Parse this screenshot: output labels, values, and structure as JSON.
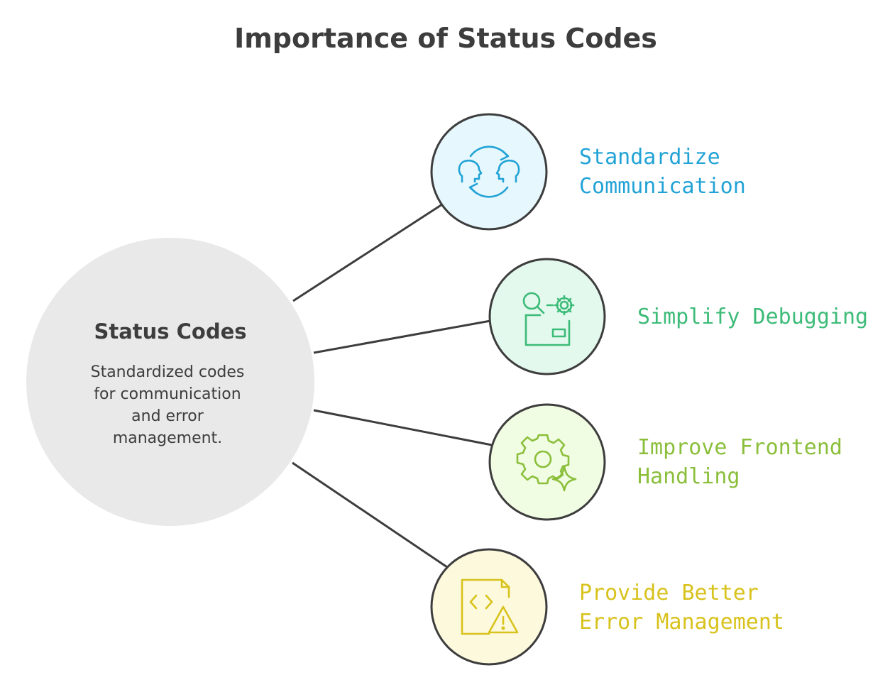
{
  "title": "Importance of Status Codes",
  "center": {
    "title": "Status Codes",
    "description_lines": [
      "Standardized codes",
      "for communication",
      "and error",
      "management."
    ],
    "fill_color": "#e9e9e9"
  },
  "items": [
    {
      "label_lines": [
        "Standardize",
        "Communication"
      ],
      "icon": "communication-exchange-icon",
      "accent_color": "#22a3d6",
      "fill_color": "#e6f7fd"
    },
    {
      "label_lines": [
        "Simplify Debugging"
      ],
      "icon": "search-debug-gear-icon",
      "accent_color": "#3dbb78",
      "fill_color": "#e3f9ee"
    },
    {
      "label_lines": [
        "Improve Frontend",
        "Handling"
      ],
      "icon": "gear-sparkle-icon",
      "accent_color": "#8bbf3b",
      "fill_color": "#f1fde3"
    },
    {
      "label_lines": [
        "Provide Better",
        "Error Management"
      ],
      "icon": "code-file-warning-icon",
      "accent_color": "#d8c21c",
      "fill_color": "#fdf9dc"
    }
  ]
}
